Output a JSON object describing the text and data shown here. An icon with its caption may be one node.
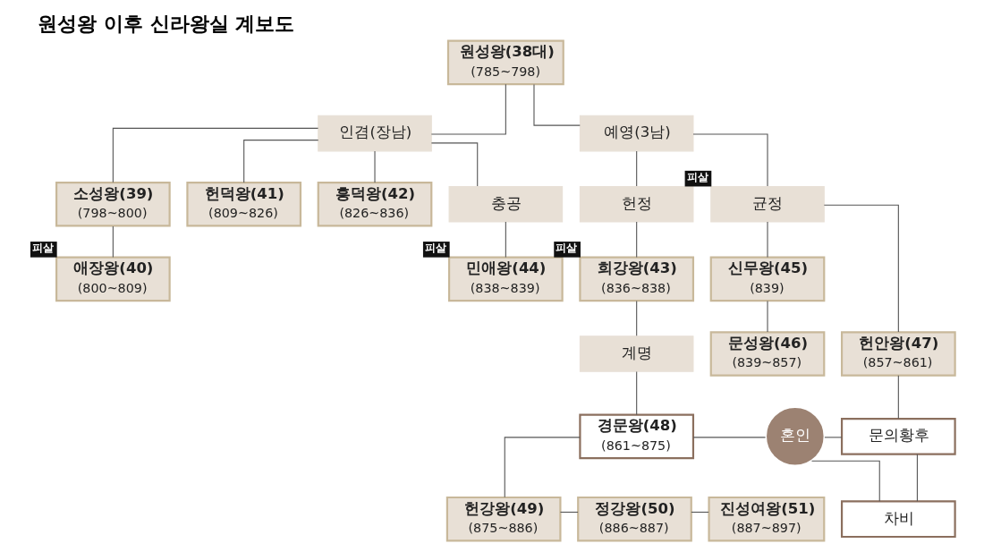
{
  "diagram": {
    "title": "원성왕 이후 신라왕실 계보도",
    "nodes": [
      {
        "text": [
          "원성왕(38대)",
          "(785~798)"
        ]
      },
      {
        "text": [
          "인겸(장남)"
        ]
      },
      {
        "text": [
          "예영(3남)"
        ]
      },
      {
        "text": [
          "소성왕(39)",
          "(798~800)"
        ]
      },
      {
        "text": [
          "헌덕왕(41)",
          "(809~826)"
        ]
      },
      {
        "text": [
          "흥덕왕(42)",
          "(826~836)"
        ]
      },
      {
        "text": [
          "충공"
        ]
      },
      {
        "text": [
          "헌정"
        ]
      },
      {
        "text": [
          "균정"
        ],
        "beside": [
          "피살"
        ]
      },
      {
        "text": [
          "애장왕(40)",
          "(800~809)"
        ],
        "beside": [
          "피살"
        ]
      },
      {
        "text": [
          "민애왕(44)",
          "(838~839)"
        ],
        "beside": [
          "피살"
        ]
      },
      {
        "text": [
          "희강왕(43)",
          "(836~838)"
        ],
        "beside": [
          "피살"
        ]
      },
      {
        "text": [
          "신무왕(45)",
          "(839)"
        ]
      },
      {
        "text": [
          "헌안왕(47)",
          "(857~861)"
        ]
      },
      {
        "text": [
          "문성왕(46)",
          "(839~857)"
        ]
      },
      {
        "text": [
          "계명"
        ]
      },
      {
        "text": [
          "경문왕(48)",
          "(861~875)"
        ]
      },
      {
        "text": [
          "혼인"
        ]
      },
      {
        "text": [
          "문의황후"
        ]
      },
      {
        "text": [
          "차비"
        ]
      },
      {
        "text": [
          "헌강왕(49)",
          "(875~886)"
        ]
      },
      {
        "text": [
          "정강왕(50)",
          "(886~887)"
        ]
      },
      {
        "text": [
          "진성여왕(51)",
          "(887~897)"
        ]
      }
    ],
    "edges": [
      {
        "from": 0,
        "to": 1,
        "arrow": "none"
      },
      {
        "from": 0,
        "to": 2,
        "arrow": "none"
      },
      {
        "from": 1,
        "to": 3,
        "arrow": "none"
      },
      {
        "from": 1,
        "to": 4,
        "arrow": "none"
      },
      {
        "from": 1,
        "to": 5,
        "arrow": "none"
      },
      {
        "from": 1,
        "to": 6,
        "arrow": "none"
      },
      {
        "from": 2,
        "to": 7,
        "arrow": "none"
      },
      {
        "from": 2,
        "to": 8,
        "arrow": "none"
      },
      {
        "from": 3,
        "to": 9,
        "arrow": "none"
      },
      {
        "from": 6,
        "to": 10,
        "arrow": "none"
      },
      {
        "from": 7,
        "to": 11,
        "arrow": "none"
      },
      {
        "from": 8,
        "to": 12,
        "arrow": "none"
      },
      {
        "from": 8,
        "to": 13,
        "arrow": "none"
      },
      {
        "from": 12,
        "to": 14,
        "arrow": "none"
      },
      {
        "from": 11,
        "to": 15,
        "arrow": "none"
      },
      {
        "from": 15,
        "to": 16,
        "arrow": "none"
      },
      {
        "from": 13,
        "to": 18,
        "arrow": "none"
      },
      {
        "from": 18,
        "to": 19,
        "arrow": "none"
      },
      {
        "from": 16,
        "to": 17,
        "arrow": "none"
      },
      {
        "from": 17,
        "to": 18,
        "arrow": "none"
      },
      {
        "from": 17,
        "to": 19,
        "arrow": "none"
      },
      {
        "from": 16,
        "to": 20,
        "arrow": "none"
      },
      {
        "from": 20,
        "to": 21,
        "arrow": "none"
      },
      {
        "from": 21,
        "to": 22,
        "arrow": "none"
      }
    ]
  }
}
